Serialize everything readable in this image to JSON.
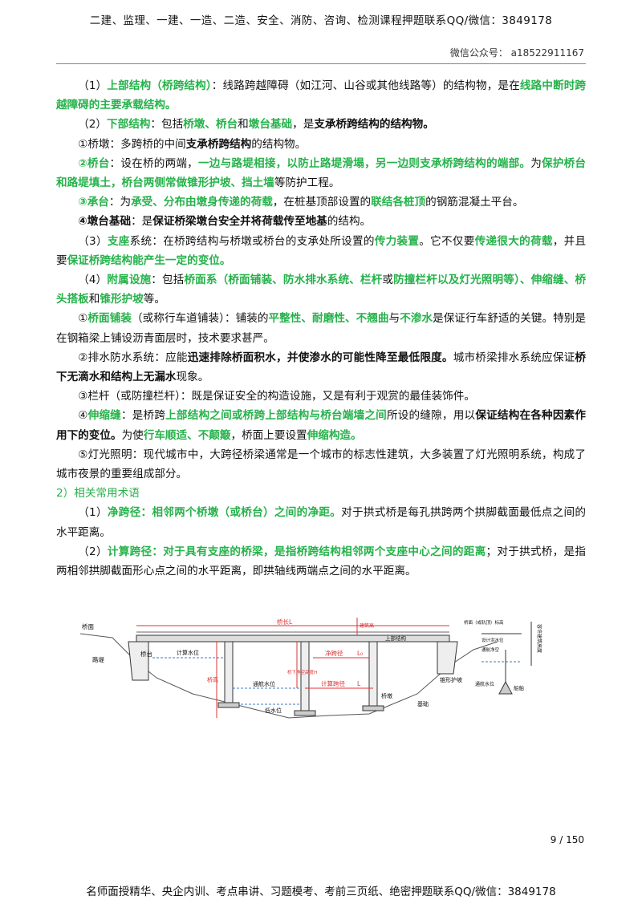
{
  "header": {
    "top": "二建、监理、一建、一造、二造、安全、消防、咨询、检测课程押题联系QQ/微信：3849178",
    "sub": "微信公众号： a18522911167"
  },
  "para1": {
    "num": "（1）",
    "t1": "上部结构（桥跨结构）",
    "t2": "：线路跨越障碍（如江河、山谷或其他线路等）的结构物，是在",
    "t3": "线路中断时跨越障碍的主要承载结构。"
  },
  "para2": {
    "num": "（2）",
    "t1": "下部结构",
    "t2": "：包括",
    "t3": "桥墩、桥台",
    "t4": "和",
    "t5": "墩台基础",
    "t6": "，是",
    "t7": "支承桥跨结构的结构物。"
  },
  "para3": {
    "t1": "①桥墩：多跨桥的中间",
    "t2": "支承桥跨结构",
    "t3": "的结构物。"
  },
  "para4": {
    "t1": "②桥台",
    "t2": "：设在桥的两端，",
    "t3": "一边与路堤相接，以防止路堤滑塌，另一边则支承桥跨结构的端部。",
    "t4": "为",
    "t5": "保护桥台和路堤填土，桥台两侧常做锥形护坡、挡土墙",
    "t6": "等防护工程。"
  },
  "para5": {
    "t1": "③承台",
    "t2": "：为",
    "t3": "承受、分布由墩身传递的荷载",
    "t4": "，在桩基顶部设置的",
    "t5": "联结各桩顶",
    "t6": "的钢筋混凝土平台。"
  },
  "para6": {
    "t1": "④墩台基础",
    "t2": "：是",
    "t3": "保证桥梁墩台安全并将荷载传至地基",
    "t4": "的结构。"
  },
  "para7": {
    "num": "（3）",
    "t1": "支座",
    "t2": "系统：在桥跨结构与桥墩或桥台的支承处所设置的",
    "t3": "传力装置",
    "t4": "。它不仅要",
    "t5": "传递很大的荷载",
    "t6": "，并且要",
    "t7": "保证桥跨结构能产生一定的变位。"
  },
  "para8": {
    "num": "（4）",
    "t1": "附属设施",
    "t2": "：包括",
    "t3": "桥面系（桥面铺装、防水排水系统、栏杆",
    "t4": "或",
    "t5": "防撞栏杆",
    "t6": "以及灯光照明等）、伸缩缝、桥头搭板",
    "t7": "和",
    "t8": "锥形护坡",
    "t9": "等。"
  },
  "para9": {
    "t1": "①",
    "t2": "桥面铺装",
    "t3": "（或称行车道铺装）：铺装的",
    "t4": "平整性、耐磨性、不翘曲",
    "t5": "与",
    "t6": "不渗水",
    "t7": "是保证行车舒适的关键。特别是在钢箱梁上铺设沥青面层时，技术要求甚严。"
  },
  "para10": {
    "t1": "②排水防水系统：应能",
    "t2": "迅速排除桥面积水，并使渗水的可能性降至最低限度。",
    "t3": "城市桥梁排水系统应保证",
    "t4": "桥下无滴水和结构上无漏水",
    "t5": "现象。"
  },
  "para11": {
    "t1": "③栏杆（或防撞栏杆）：既是保证安全的构造设施，又是有利于观赏的最佳装饰件。"
  },
  "para12": {
    "t1": "④",
    "t2": "伸缩缝",
    "t3": "：是桥跨",
    "t4": "上部结构之间或桥跨上部结构与桥台端墙之间",
    "t5": "所设的缝隙，用以",
    "t6": "保证结构在各种因素作用下的变位。",
    "t7": "为使",
    "t8": "行车顺适、不颠簸",
    "t9": "，桥面上要设置",
    "t10": "伸缩构造。"
  },
  "para13": {
    "t1": "⑤灯光照明：现代城市中，大跨径桥梁通常是一个城市的标志性建筑，大多装置了灯光照明系统，构成了城市夜景的重要组成部分。"
  },
  "section": "2）相关常用术语",
  "para14": {
    "num": "（1）",
    "t1": "净跨径：相邻两个桥墩（或桥台）之间的净距。",
    "t2": "对于拱式桥是每孔拱跨两个拱脚截面最低点之间的水平距离。"
  },
  "para15": {
    "num": "（2）",
    "t1": "计算跨径：对于具有支座的桥梁，是指桥跨结构相邻两个支座中心之间的距离",
    "t2": "；对于拱式桥，是指两相邻拱脚截面形心点之间的水平距离，即拱轴线两端点之间的水平距离。"
  },
  "figure": {
    "qiaomian": "桥面",
    "qiaochang": "桥长L",
    "jiangao": "建筑高",
    "lutdi": "路堤",
    "qiaotai": "桥台",
    "jisuanshuiwei": "计算水位",
    "qiaogao": "桥高",
    "qiaoxia": "桥下净空高度H",
    "jingkuajing": "净跨径",
    "jingkuajing_sym": "L₀",
    "shangbu": "上部结构",
    "tonghang": "通航水位",
    "jisuankuajing": "计算跨径",
    "jisuankuajing_sym": "L",
    "dishuiwei": "低水位",
    "qiaodun": "桥墩",
    "jichu": "基础",
    "zhuixing": "锥形护坡",
    "tonghangjingkong": "通航净空",
    "qiaomianbiaogao": "桥面（或轨顶）标高",
    "tonghang2": "通航水位",
    "dizhi": "设计洪水位",
    "chuanbo": "船舶",
    "rightlabel": "容许建筑高度"
  },
  "page": "9 / 150",
  "footer": "名师面授精华、央企内训、考点串讲、习题模考、考前三页纸、绝密押题联系QQ/微信：3849178"
}
